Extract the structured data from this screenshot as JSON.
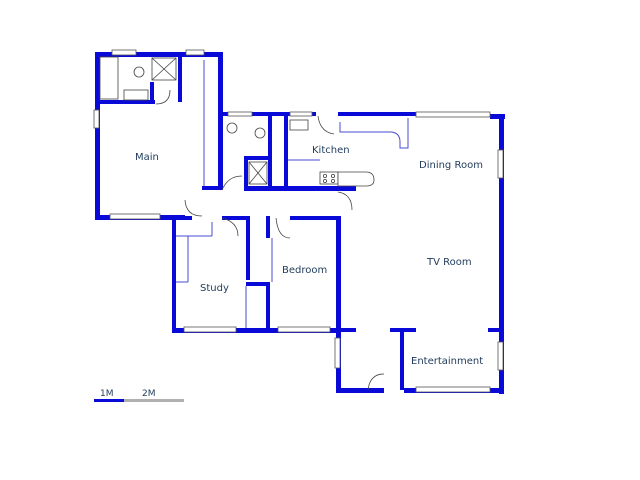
{
  "rooms": {
    "main": "Main",
    "kitchen": "Kitchen",
    "dining_room": "Dining Room",
    "tv_room": "TV Room",
    "study": "Study",
    "bedroom": "Bedroom",
    "entertainment": "Entertainment"
  },
  "scale_bar": {
    "label_1": "1M",
    "label_2": "2M"
  },
  "colors": {
    "wall": "#0a0ad8",
    "text": "#1f3a5a",
    "scale_grey": "#b0b0b0"
  }
}
